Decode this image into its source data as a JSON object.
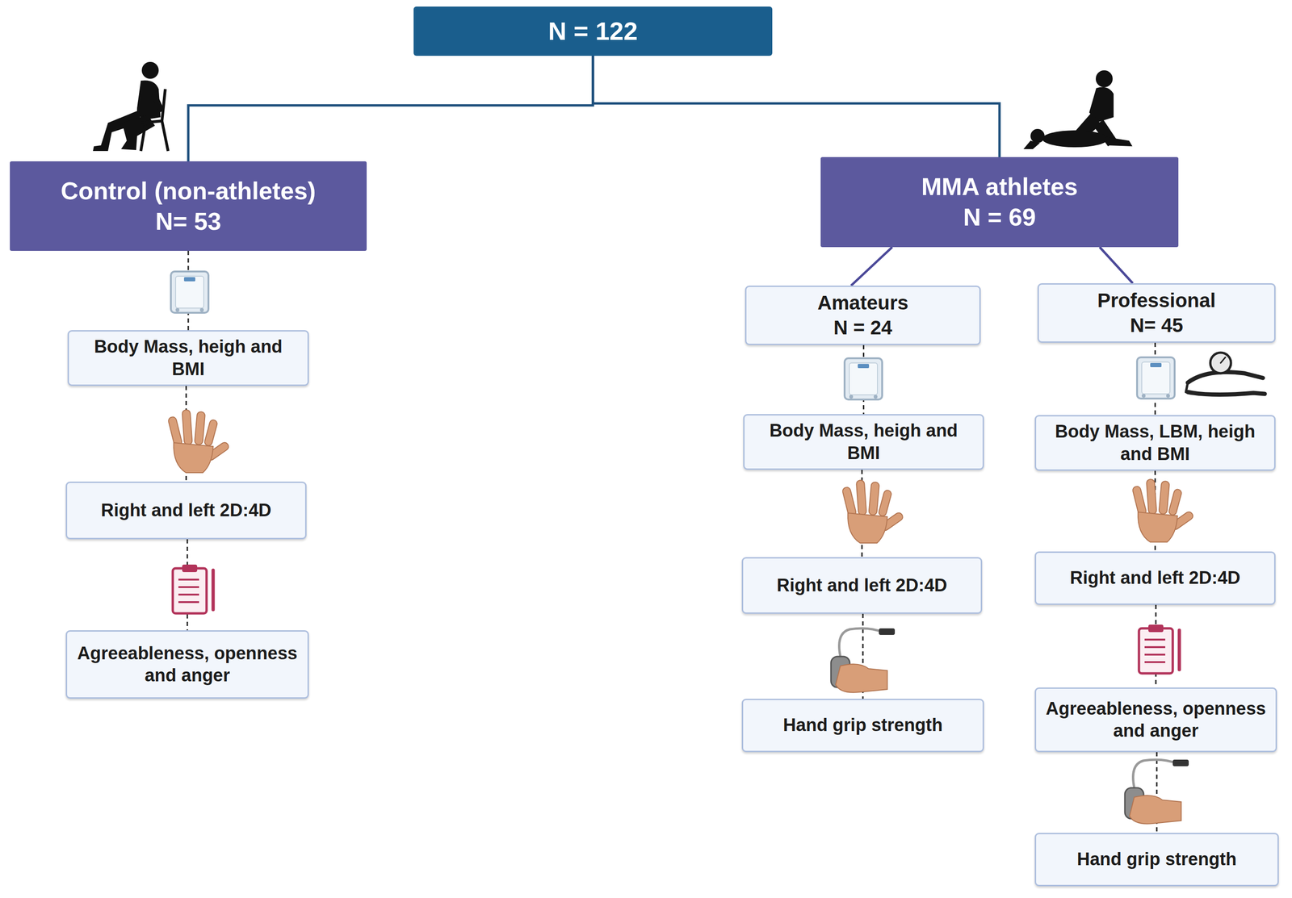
{
  "diagram": {
    "nodes": [
      {
        "text": [
          "N = 122"
        ]
      },
      {
        "text": [
          "Control (non-athletes)",
          "N= 53"
        ]
      },
      {
        "text": [
          "MMA athletes",
          "N = 69"
        ]
      },
      {
        "text": [
          "Amateurs",
          "N = 24"
        ]
      },
      {
        "text": [
          "Professional",
          "N= 45"
        ]
      },
      {
        "text": [
          "Body Mass, heigh and BMI"
        ]
      },
      {
        "text": [
          "Right and left 2D:4D"
        ]
      },
      {
        "text": [
          "Agreeableness, openness and anger"
        ]
      },
      {
        "text": [
          "Body Mass, heigh and BMI"
        ]
      },
      {
        "text": [
          "Right and left 2D:4D"
        ]
      },
      {
        "text": [
          "Hand grip strength"
        ]
      },
      {
        "text": [
          "Body Mass, LBM, heigh and BMI"
        ]
      },
      {
        "text": [
          "Right and left 2D:4D"
        ]
      },
      {
        "text": [
          "Agreeableness, openness and anger"
        ]
      },
      {
        "text": [
          "Hand grip strength"
        ]
      }
    ],
    "edges": [
      {
        "from": 0,
        "to": 1,
        "arrow": "none"
      },
      {
        "from": 0,
        "to": 2,
        "arrow": "none"
      },
      {
        "from": 2,
        "to": 3,
        "arrow": "none"
      },
      {
        "from": 2,
        "to": 4,
        "arrow": "none"
      },
      {
        "from": 1,
        "to": 5,
        "arrow": "none"
      },
      {
        "from": 5,
        "to": 6,
        "arrow": "none"
      },
      {
        "from": 6,
        "to": 7,
        "arrow": "none"
      },
      {
        "from": 3,
        "to": 8,
        "arrow": "none"
      },
      {
        "from": 8,
        "to": 9,
        "arrow": "none"
      },
      {
        "from": 9,
        "to": 10,
        "arrow": "none"
      },
      {
        "from": 4,
        "to": 11,
        "arrow": "none"
      },
      {
        "from": 11,
        "to": 12,
        "arrow": "none"
      },
      {
        "from": 12,
        "to": 13,
        "arrow": "none"
      },
      {
        "from": 13,
        "to": 14,
        "arrow": "none"
      }
    ]
  }
}
